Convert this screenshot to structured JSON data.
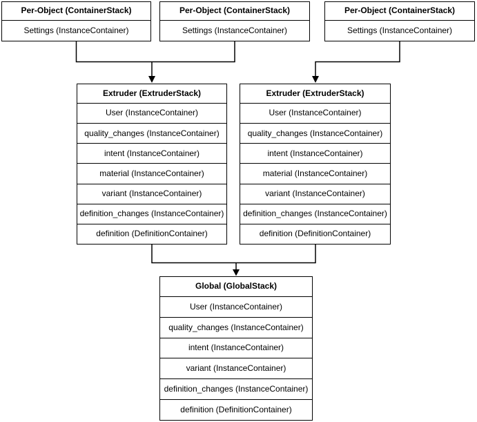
{
  "diagram": {
    "colors": {
      "line": "#000000",
      "text": "#000000",
      "background": "#ffffff"
    },
    "stacks": {
      "per_object": [
        {
          "title": "Per-Object (ContainerStack)",
          "rows": [
            "Settings (InstanceContainer)"
          ]
        },
        {
          "title": "Per-Object (ContainerStack)",
          "rows": [
            "Settings (InstanceContainer)"
          ]
        },
        {
          "title": "Per-Object (ContainerStack)",
          "rows": [
            "Settings (InstanceContainer)"
          ]
        }
      ],
      "extruders": [
        {
          "title": "Extruder (ExtruderStack)",
          "rows": [
            "User (InstanceContainer)",
            "quality_changes (InstanceContainer)",
            "intent (InstanceContainer)",
            "material (InstanceContainer)",
            "variant (InstanceContainer)",
            "definition_changes (InstanceContainer)",
            "definition (DefinitionContainer)"
          ]
        },
        {
          "title": "Extruder (ExtruderStack)",
          "rows": [
            "User (InstanceContainer)",
            "quality_changes (InstanceContainer)",
            "intent (InstanceContainer)",
            "material (InstanceContainer)",
            "variant (InstanceContainer)",
            "definition_changes (InstanceContainer)",
            "definition (DefinitionContainer)"
          ]
        }
      ],
      "global": {
        "title": "Global (GlobalStack)",
        "rows": [
          "User (InstanceContainer)",
          "quality_changes (InstanceContainer)",
          "intent (InstanceContainer)",
          "variant (InstanceContainer)",
          "definition_changes (InstanceContainer)",
          "definition (DefinitionContainer)"
        ]
      }
    },
    "edges": [
      {
        "from": [
          "per-object-stack-1",
          "per-object-stack-2"
        ],
        "to": "extruder-stack-1"
      },
      {
        "from": [
          "per-object-stack-3"
        ],
        "to": "extruder-stack-2"
      },
      {
        "from": [
          "extruder-stack-1",
          "extruder-stack-2"
        ],
        "to": "global-stack"
      }
    ]
  }
}
